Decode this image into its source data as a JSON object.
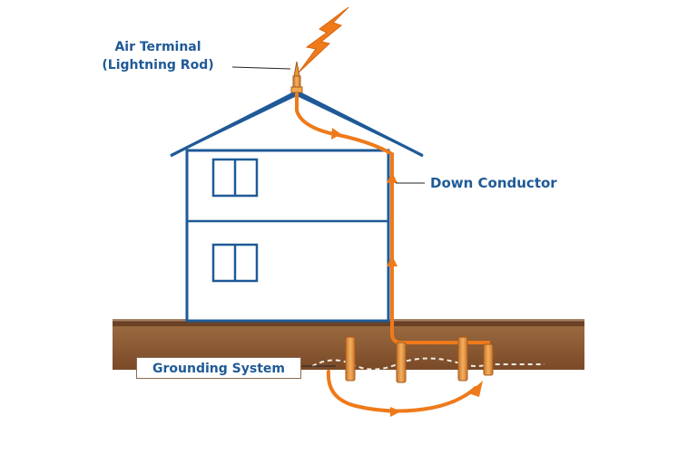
{
  "labels": {
    "air_terminal_line1": "Air Terminal",
    "air_terminal_line2": "(Lightning Rod)",
    "down_conductor": "Down Conductor",
    "grounding_system": "Grounding System"
  },
  "colors": {
    "house_outline": "#1f5a97",
    "label_text": "#1f5a97",
    "conductor_path": "#ee7a1a",
    "lightning_bolt": "#ee7a1a",
    "ground_soil": "#8a5a34",
    "ground_surface": "#6b4226",
    "ground_rod": "#e5953a",
    "leader_line": "#222222"
  },
  "icons": {
    "bolt": "lightning-bolt-icon",
    "rod": "air-terminal-icon"
  }
}
